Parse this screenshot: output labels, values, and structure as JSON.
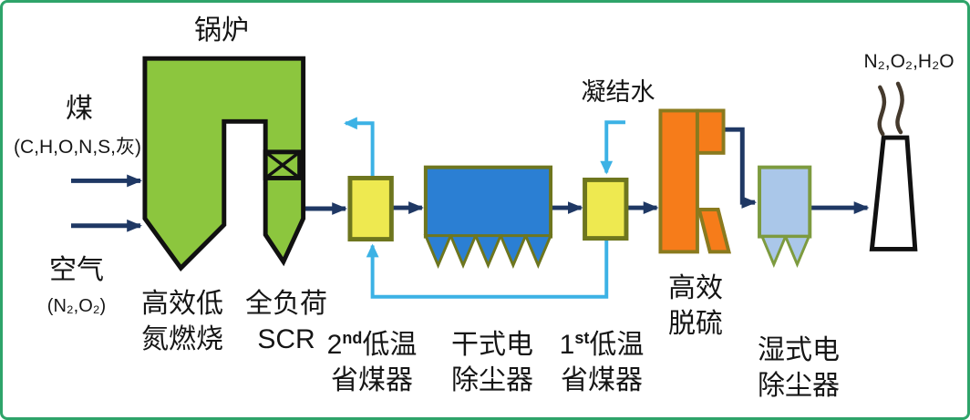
{
  "colors": {
    "frame_green": "#2ea46a",
    "boiler_green": "#8cc63e",
    "economizer_yellow": "#eee950",
    "dry_esp_blue": "#2b7fd3",
    "desulfurization_orange": "#f67c1a",
    "wet_esp_light_blue": "#aac7e9",
    "olive_border": "#6e761e",
    "flue_gas_line_navy": "#1f3864",
    "condensate_line_cyan": "#3cb2e5"
  },
  "diagram": {
    "boiler": {
      "title": "锅炉",
      "tech_burn_line1": "高效低",
      "tech_burn_line2": "氮燃烧",
      "tech_scr_line1": "全负荷",
      "tech_scr_line2": "SCR"
    },
    "inputs": {
      "coal_label": "煤",
      "coal_composition": "(C,H,O,N,S,灰)",
      "air_label": "空气",
      "air_composition": "(N₂,O₂)"
    },
    "economizer2": {
      "ordinal": "2",
      "ordinal_suffix": "nd",
      "line1_rest": "低温",
      "line2": "省煤器"
    },
    "dry_esp": {
      "line1": "干式电",
      "line2": "除尘器"
    },
    "economizer1": {
      "ordinal": "1",
      "ordinal_suffix": "st",
      "line1_rest": "低温",
      "line2": "省煤器"
    },
    "condensate_label": "凝结水",
    "desulfurization": {
      "line1": "高效",
      "line2": "脱硫"
    },
    "wet_esp": {
      "line1": "湿式电",
      "line2": "除尘器"
    },
    "stack_emission": "N₂,O₂,H₂O"
  }
}
